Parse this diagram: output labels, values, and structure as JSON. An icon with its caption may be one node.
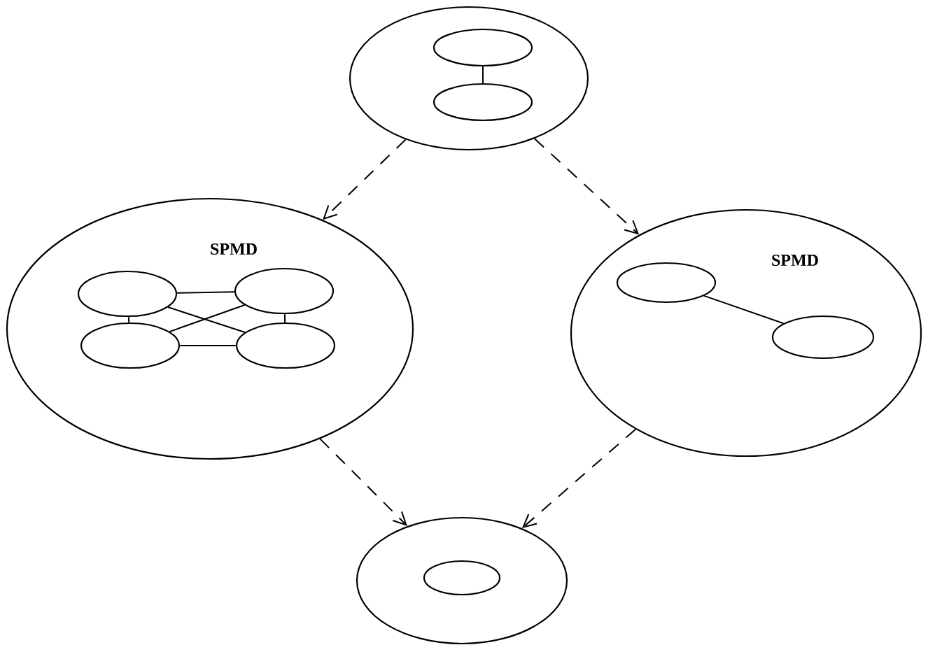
{
  "diagram": {
    "nodes": [
      {
        "text": [],
        "shape": "ellipse"
      },
      {
        "text": [],
        "shape": "ellipse",
        "in": 0
      },
      {
        "text": [],
        "shape": "ellipse",
        "in": 0
      },
      {
        "text": [
          "SPMD"
        ]
      },
      {
        "text": [],
        "shape": "ellipse",
        "in": 3
      },
      {
        "text": [],
        "shape": "ellipse",
        "in": 3
      },
      {
        "text": [],
        "shape": "ellipse",
        "in": 3
      },
      {
        "text": [],
        "shape": "ellipse",
        "in": 3
      },
      {
        "text": [
          "SPMD"
        ]
      },
      {
        "text": [],
        "shape": "ellipse",
        "in": 8
      },
      {
        "text": [],
        "shape": "ellipse",
        "in": 8
      },
      {
        "text": [],
        "shape": "ellipse"
      },
      {
        "text": [],
        "shape": "ellipse",
        "in": 11
      }
    ],
    "edges": [
      {
        "from": 0,
        "to": 3,
        "arrow": "to",
        "style": "dashed"
      },
      {
        "from": 0,
        "to": 8,
        "arrow": "to",
        "style": "dashed"
      },
      {
        "from": 3,
        "to": 11,
        "arrow": "to",
        "style": "dashed"
      },
      {
        "from": 8,
        "to": 11,
        "arrow": "to",
        "style": "dashed"
      },
      {
        "from": 1,
        "to": 2,
        "arrow": "none"
      },
      {
        "from": 4,
        "to": 5,
        "arrow": "none"
      },
      {
        "from": 4,
        "to": 6,
        "arrow": "none"
      },
      {
        "from": 4,
        "to": 7,
        "arrow": "none"
      },
      {
        "from": 5,
        "to": 6,
        "arrow": "none"
      },
      {
        "from": 5,
        "to": 7,
        "arrow": "none"
      },
      {
        "from": 6,
        "to": 7,
        "arrow": "none"
      },
      {
        "from": 9,
        "to": 10,
        "arrow": "none"
      }
    ]
  }
}
